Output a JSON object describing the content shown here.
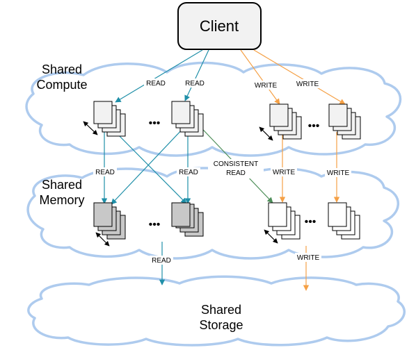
{
  "client": {
    "label": "Client"
  },
  "layers": {
    "compute": {
      "line1": "Shared",
      "line2": "Compute"
    },
    "memory": {
      "line1": "Shared",
      "line2": "Memory"
    },
    "storage": {
      "line1": "Shared",
      "line2": "Storage"
    }
  },
  "ellipsis": "•••",
  "labels": {
    "read": "READ",
    "write": "WRITE",
    "consistent_line1": "CONSISTENT",
    "consistent_line2": "READ"
  },
  "colors": {
    "cloud": "#aecbee",
    "read": "#1f8fa8",
    "write": "#f5a045",
    "consistent": "#4f8f5a",
    "node_compute": "#f2f2f2",
    "node_memory": "#c8c8c8",
    "node_write": "#ffffff"
  }
}
